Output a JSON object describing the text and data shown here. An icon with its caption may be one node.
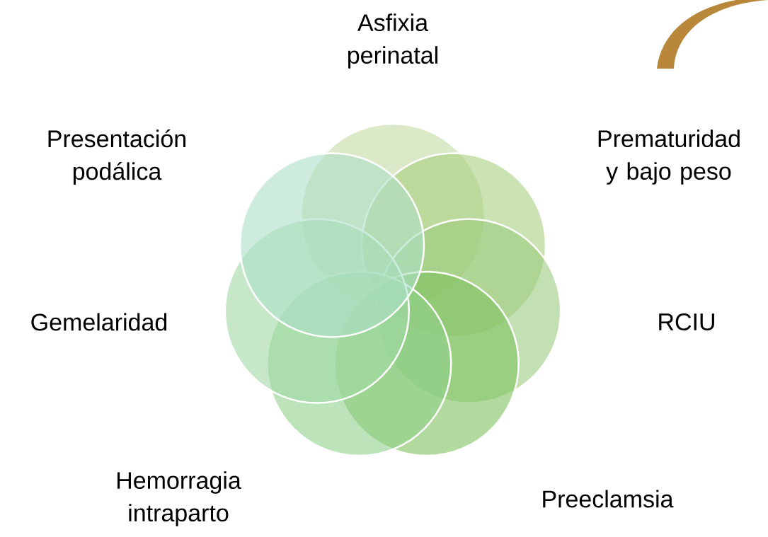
{
  "diagram": {
    "labels": [
      "Asfixia perinatal",
      "Prematuridad y bajo peso",
      "Presentación podálica",
      "RCIU",
      "Gemelaridad",
      "Hemorragia intraparto",
      "Preeclamsia"
    ]
  }
}
